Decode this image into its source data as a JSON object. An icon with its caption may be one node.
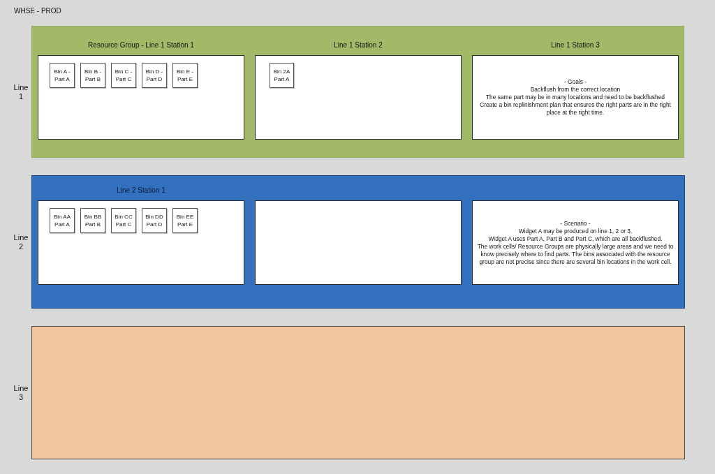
{
  "diagram": {
    "title": "WHSE - PROD",
    "nodes": [
      {
        "text": [
          "Line 1"
        ]
      },
      {
        "text": [
          "Resource Group - Line 1 Station 1"
        ],
        "in": 0
      },
      {
        "text": [
          "Bin A - Part A"
        ],
        "in": 1
      },
      {
        "text": [
          "Bin B - Part B"
        ],
        "in": 1
      },
      {
        "text": [
          "Bin C - Part C"
        ],
        "in": 1
      },
      {
        "text": [
          "Bin D - Part D"
        ],
        "in": 1
      },
      {
        "text": [
          "Bin E - Part E"
        ],
        "in": 1
      },
      {
        "text": [
          "Line 1 Station 2"
        ],
        "in": 0
      },
      {
        "text": [
          "Bin 2A Part A"
        ],
        "in": 7
      },
      {
        "text": [
          "Line 1 Station 3",
          "- Goals -",
          "Backflush from the correct location",
          "The same part may be in many locations and need to be backflushed",
          "Create a bin replinishment plan that ensures the right parts are in the right place at the right time."
        ],
        "in": 0
      },
      {
        "text": [
          "Line 2"
        ]
      },
      {
        "text": [
          "Line 2 Station 1"
        ],
        "in": 10
      },
      {
        "text": [
          "Bin AA Part A"
        ],
        "in": 11
      },
      {
        "text": [
          "Bin BB Part B"
        ],
        "in": 11
      },
      {
        "text": [
          "Bin CC Part C"
        ],
        "in": 11
      },
      {
        "text": [
          "Bin DD Part D"
        ],
        "in": 11
      },
      {
        "text": [
          "Bin EE Part E"
        ],
        "in": 11
      },
      {
        "text": [],
        "shape": "box",
        "in": 10
      },
      {
        "text": [
          "- Scenario -",
          "Widget A may be produced on line 1, 2 or 3.",
          "Widget A uses Part A, Part B and Part C, which are all backflushed.",
          "The work cells/ Resource Groups are physically large areas and we need to know precisely where to find parts. The bins associated with the resource group are not precise since there are several bin locations in the work cell."
        ],
        "in": 10
      },
      {
        "text": [
          "Line 3"
        ]
      }
    ]
  }
}
